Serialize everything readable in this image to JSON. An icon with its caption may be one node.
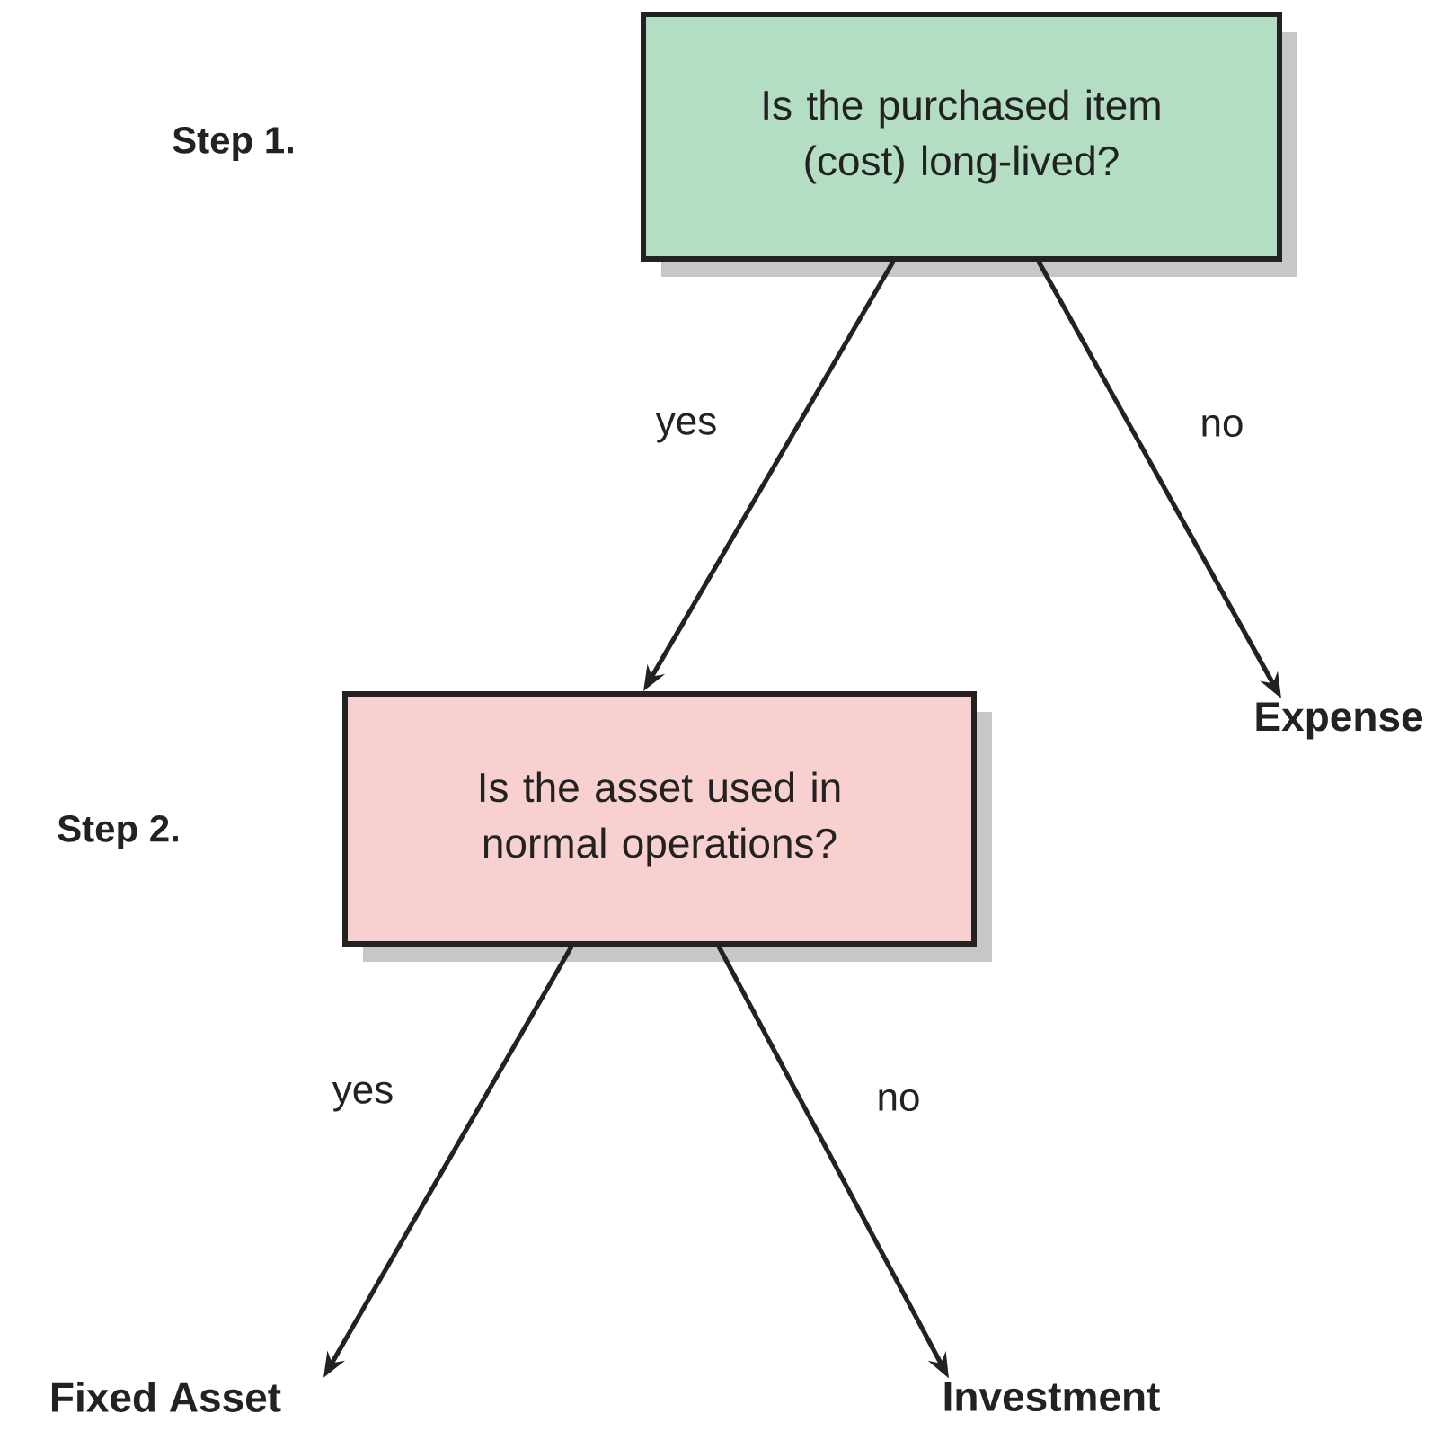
{
  "diagram": {
    "nodes": [
      {
        "text": [
          "Is the purchased item (cost) long-lived?"
        ]
      },
      {
        "text": [
          "Expense"
        ]
      },
      {
        "text": [
          "Is the asset used in normal operations?"
        ]
      },
      {
        "text": [
          "Fixed Asset"
        ]
      },
      {
        "text": [
          "Investment"
        ]
      }
    ],
    "edges": [
      {
        "from": 0,
        "to": 2,
        "arrow": "to",
        "label": "yes"
      },
      {
        "from": 0,
        "to": 1,
        "arrow": "to",
        "label": "no"
      },
      {
        "from": 2,
        "to": 3,
        "arrow": "to",
        "label": "yes"
      },
      {
        "from": 2,
        "to": 4,
        "arrow": "to",
        "label": "no"
      }
    ],
    "labels": [
      "Step 1.",
      "Step 2."
    ]
  }
}
